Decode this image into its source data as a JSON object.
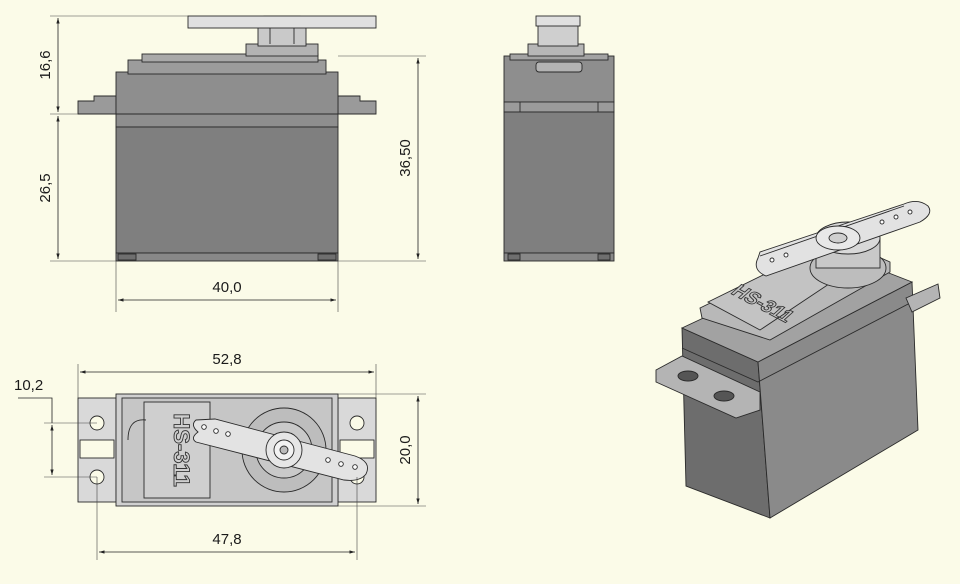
{
  "dimensions": {
    "horn_height": "16,6",
    "body_height": "26,5",
    "total_height": "36,50",
    "body_width": "40,0",
    "flange_width": "52,8",
    "mount_hole_spacing_vertical": "10,2",
    "body_depth": "20,0",
    "mount_hole_spacing_horizontal": "47,8"
  },
  "labels": {
    "model_top": "HS-311",
    "model_iso": "HS-311"
  },
  "colors": {
    "background": "#fbfbe8",
    "body_dark": "#7b7b7b",
    "body_mid": "#8d8d8d",
    "body_light": "#a8a8a8",
    "horn": "#d6d6d6",
    "iso_front": "#6a6a6a"
  }
}
